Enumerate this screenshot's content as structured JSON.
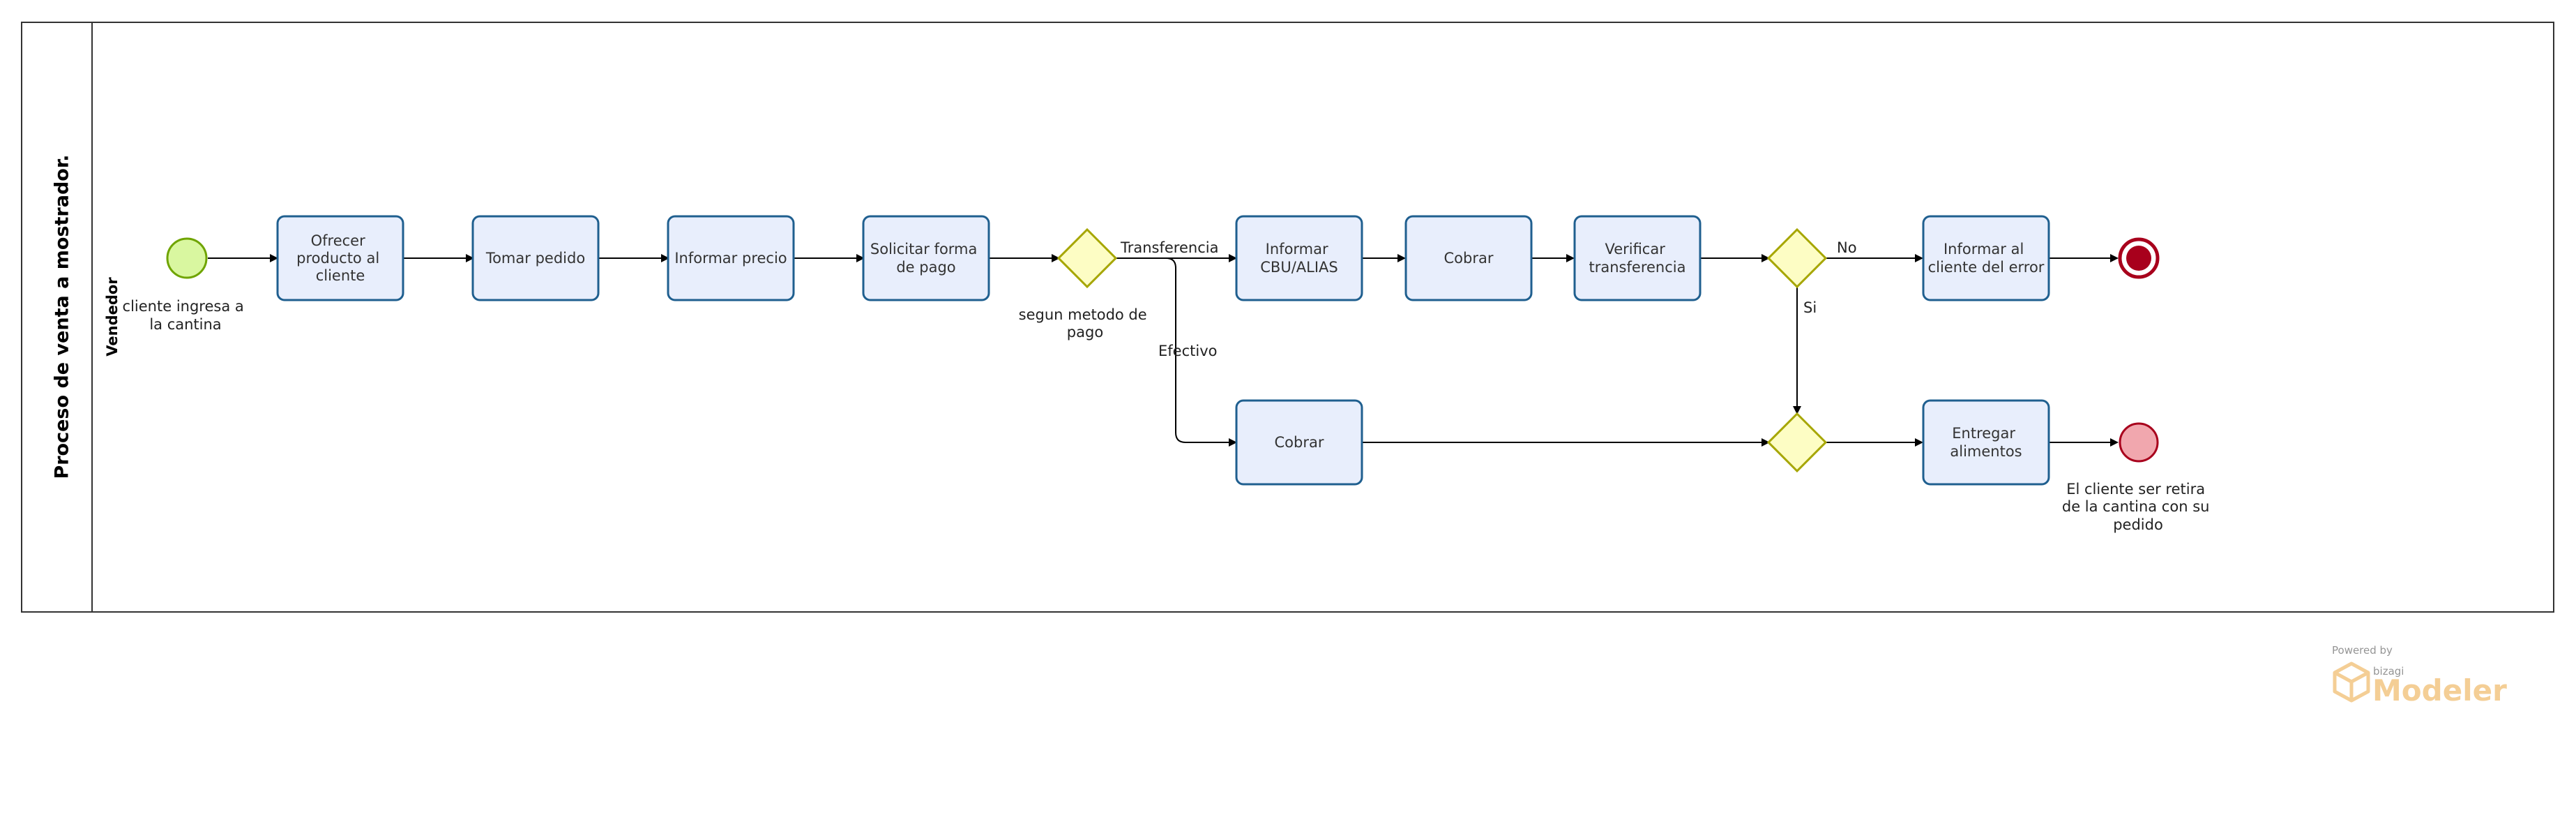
{
  "pool": {
    "title": "Proceso de venta a mostrador."
  },
  "lane": {
    "title": "Vendedor"
  },
  "start_event": {
    "label": [
      "cliente ingresa a",
      "la cantina"
    ]
  },
  "tasks": {
    "ofrecer": [
      "Ofrecer",
      "producto al",
      "cliente"
    ],
    "tomar": [
      "Tomar pedido"
    ],
    "informar_precio": [
      "Informar precio"
    ],
    "solicitar": [
      "Solicitar forma",
      "de pago"
    ],
    "informar_cbu": [
      "Informar",
      "CBU/ALIAS"
    ],
    "cobrar_transf": [
      "Cobrar"
    ],
    "verificar": [
      "Verificar",
      "transferencia"
    ],
    "informar_error": [
      "Informar al",
      "cliente del error"
    ],
    "cobrar_efectivo": [
      "Cobrar"
    ],
    "entregar": [
      "Entregar",
      "alimentos"
    ]
  },
  "gateways": {
    "metodo": {
      "label": [
        "segun metodo de",
        "pago"
      ]
    }
  },
  "flow_labels": {
    "transferencia": "Transferencia",
    "efectivo": "Efectivo",
    "no": "No",
    "si": "Si"
  },
  "end_event_ok": {
    "label": [
      "El cliente ser retira",
      "de la cantina con su",
      "pedido"
    ]
  },
  "watermark": {
    "powered_by": "Powered by",
    "brand": "bizagi",
    "product": "Modeler"
  },
  "colors": {
    "task_fill": "#e8eefc",
    "task_stroke": "#1f5f8f",
    "gateway_fill": "#fdfdc4",
    "gateway_stroke": "#a6a600",
    "start_fill": "#d9f7a0",
    "start_stroke": "#6fa400",
    "end_fill": "#f1a7ae",
    "end_stroke": "#a8001c",
    "end_error_fill": "#a8001c",
    "watermark": "#f3c98a"
  }
}
